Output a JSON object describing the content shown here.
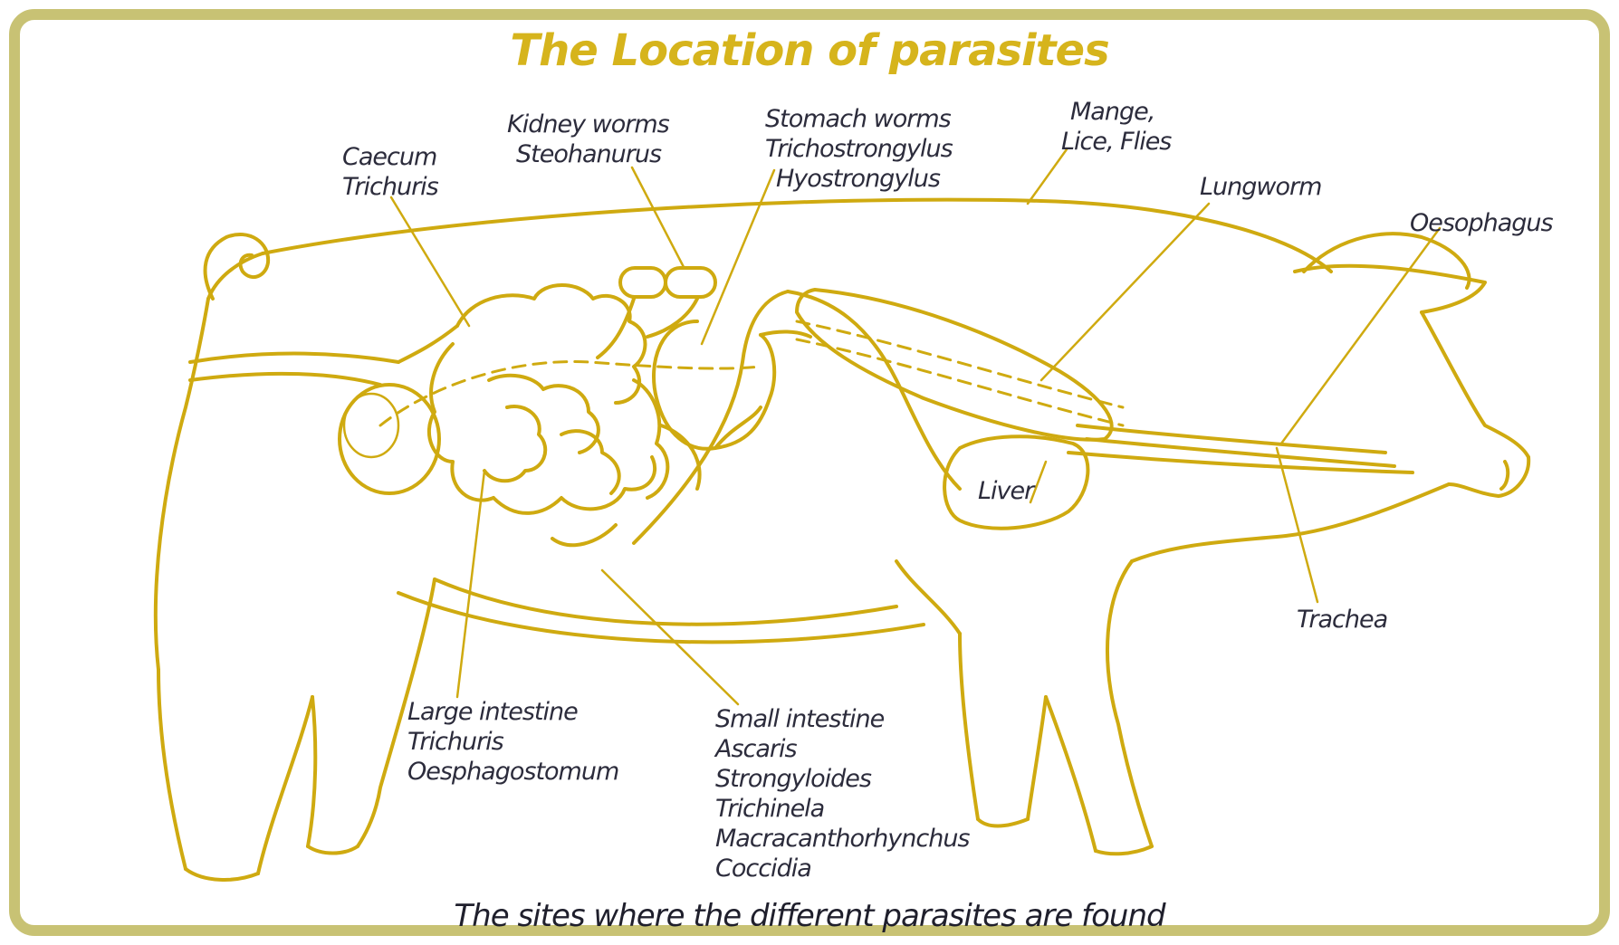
{
  "title": "The Location of parasites",
  "caption": "The sites where the different parasites are found",
  "colors": {
    "accent": "#d6b41c",
    "line": "#cfaa10",
    "border": "#c8c274",
    "text": "#2c2c3c"
  },
  "labels": {
    "caecum": [
      "Caecum",
      "Trichuris"
    ],
    "kidney": [
      "Kidney worms",
      "Steohanurus"
    ],
    "stomach": [
      "Stomach worms",
      "Trichostrongylus",
      "Hyostrongylus"
    ],
    "mange": [
      "Mange,",
      "Lice, Flies"
    ],
    "lungworm": [
      "Lungworm"
    ],
    "oesophagus": [
      "Oesophagus"
    ],
    "liver": [
      "Liver"
    ],
    "trachea": [
      "Trachea"
    ],
    "large_intestine": [
      "Large intestine",
      "Trichuris",
      "Oesphagostomum"
    ],
    "small_intestine": [
      "Small intestine",
      "Ascaris",
      "Strongyloides",
      "Trichinela",
      "Macracanthorhynchus",
      "Coccidia"
    ]
  }
}
